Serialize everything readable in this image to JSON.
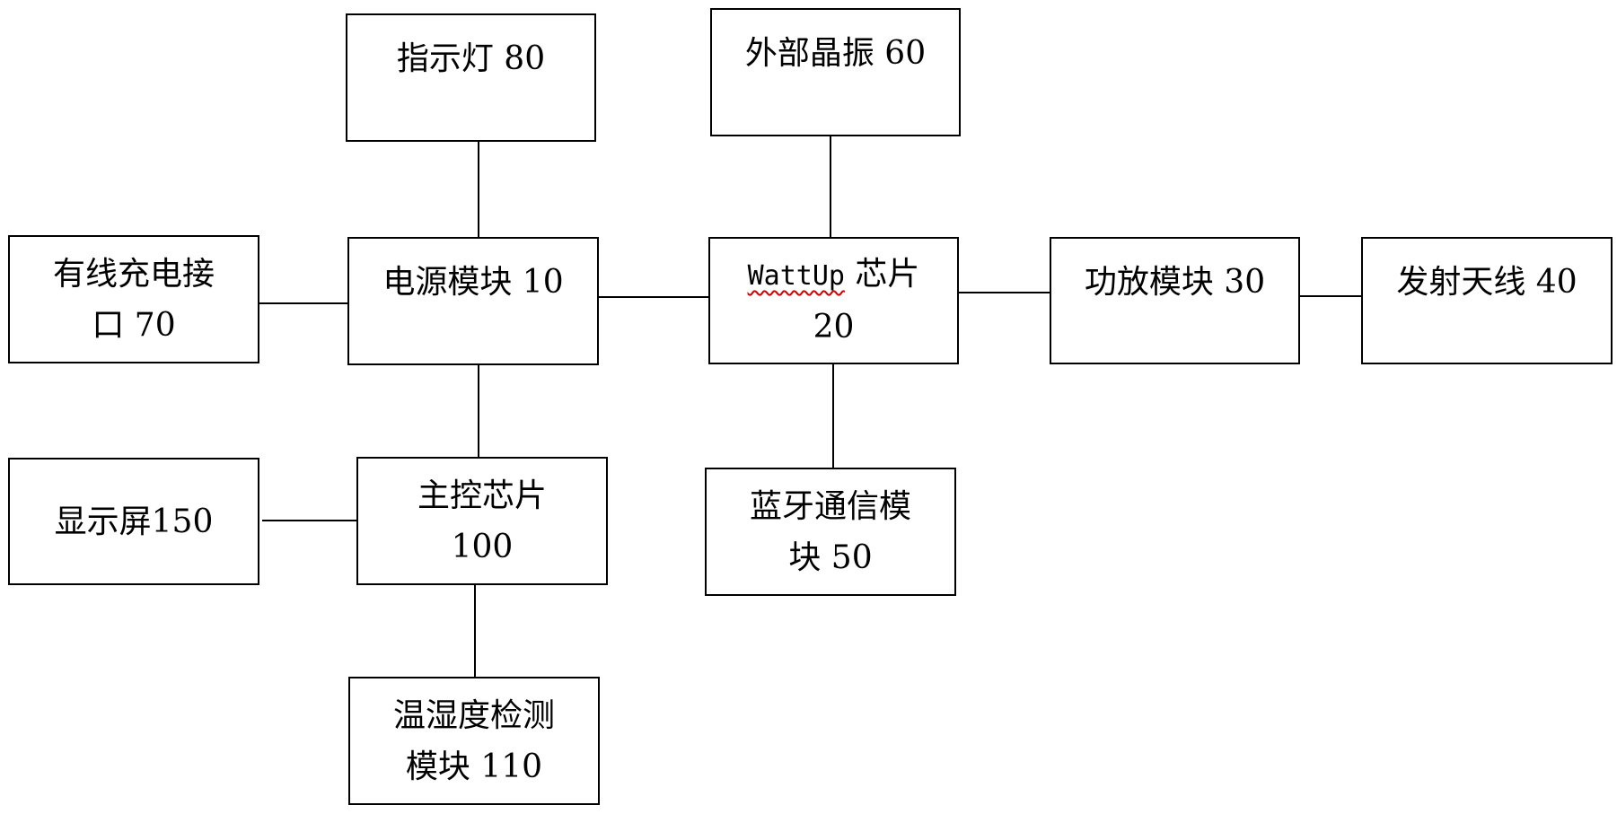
{
  "diagram": {
    "boxes": {
      "indicator_light": "指示灯 80",
      "external_crystal": "外部晶振 60",
      "wired_charging_port": "有线充电接\n口 70",
      "power_module": "电源模块 10",
      "wattup_chip_name": "WattUp",
      "wattup_chip_suffix": " 芯片",
      "wattup_chip_number": "20",
      "power_amp_module": "功放模块 30",
      "transmit_antenna": "发射天线 40",
      "display_screen": "显示屏150",
      "main_control_chip": "主控芯片\n100",
      "bluetooth_module": "蓝牙通信模\n块 50",
      "temp_humidity_module": "温湿度检测\n模块 110"
    },
    "colors": {
      "stroke": "#000000",
      "background": "#ffffff",
      "spellcheck_underline": "#d40000"
    }
  }
}
